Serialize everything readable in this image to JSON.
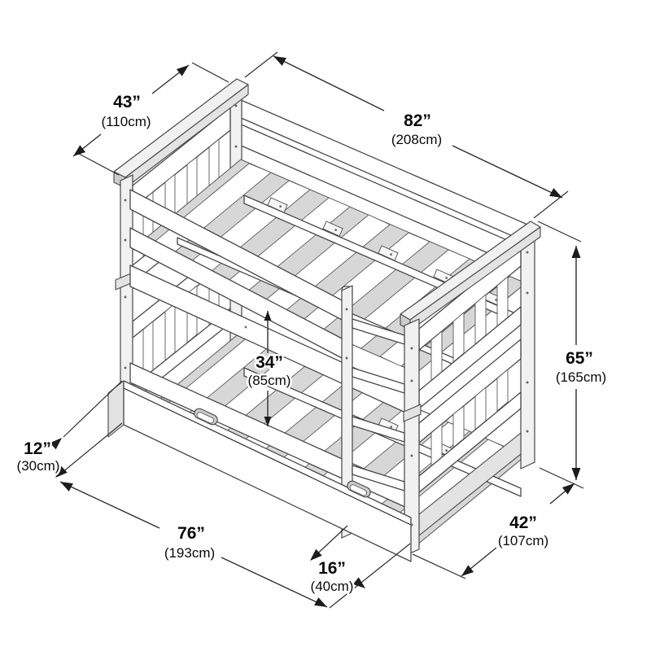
{
  "figure": {
    "kind": "product dimension line drawing",
    "subject": "bunk bed with trundle and ladder, isometric view"
  },
  "dimensions": {
    "headboard_width": {
      "in": "43”",
      "cm": "(110cm)"
    },
    "top_length": {
      "in": "82”",
      "cm": "(208cm)"
    },
    "overall_height": {
      "in": "65”",
      "cm": "(165cm)"
    },
    "bunk_clearance": {
      "in": "34”",
      "cm": "(85cm)"
    },
    "trundle_height": {
      "in": "12”",
      "cm": "(30cm)"
    },
    "floor_length": {
      "in": "76”",
      "cm": "(193cm)"
    },
    "trundle_pullout": {
      "in": "16”",
      "cm": "(40cm)"
    },
    "floor_width": {
      "in": "42”",
      "cm": "(107cm)"
    }
  },
  "colors": {
    "background": "#ffffff",
    "line_art": "#474747",
    "dimension_lines": "#2e2e2e",
    "text": "#0a0a0a"
  }
}
